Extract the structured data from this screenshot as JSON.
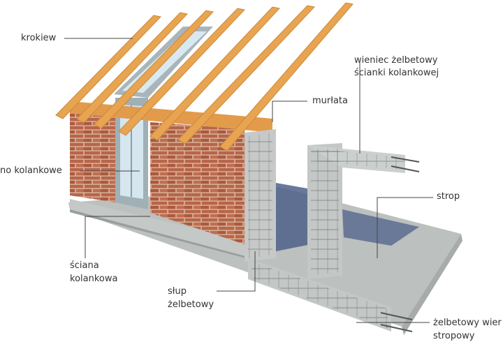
{
  "labels": {
    "krokiew": "krokiew",
    "okno": "no kolankowe",
    "murlata": "murłata",
    "wieniec_line1": "wieniec żelbetowy",
    "wieniec_line2": "ścianki kolankowej",
    "strop": "strop",
    "sciana_line1": "ściana",
    "sciana_line2": "kolankowa",
    "slup_line1": "słup",
    "slup_line2": "żelbetowy",
    "wieniec_stropowy_line1": "żelbetowy wier",
    "wieniec_stropowy_line2": "stropowy"
  },
  "colors": {
    "rafter": "#e8a451",
    "brick": "#b8654a",
    "mortar": "#d9b79c",
    "concrete": "#c9ccc8",
    "slab": "#b7bbb9",
    "shadow": "#4d5f88",
    "rebar": "#55595c",
    "window_frame": "#a8b6bc",
    "glass": "#d5e6ef"
  }
}
